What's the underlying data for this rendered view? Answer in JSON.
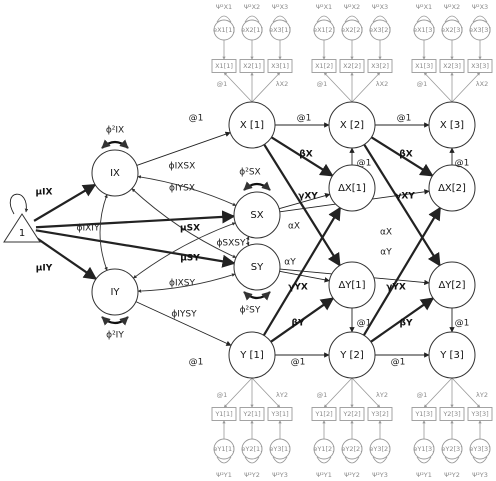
{
  "labels": {
    "triangle": "1",
    "IX": "IX",
    "IY": "IY",
    "SX": "SX",
    "SY": "SY",
    "X1": "X [1]",
    "X2": "X [2]",
    "X3": "X [3]",
    "Y1": "Y [1]",
    "Y2": "Y [2]",
    "Y3": "Y [3]",
    "dX1": "ΔX[1]",
    "dX2": "ΔX[2]",
    "dY1": "ΔY[1]",
    "dY2": "ΔY[2]"
  },
  "params": {
    "at1": "@1",
    "muIX": "μIX",
    "muIY": "μIY",
    "muSX": "μSX",
    "muSY": "μSY",
    "phiIXIY": "ϕIXIY",
    "phiIXSX": "ϕIXSX",
    "phiIYSX": "ϕIYSX",
    "phiSXSY": "ϕSXSY",
    "phiIXSY": "ϕIXSY",
    "phiIYSY": "ϕIYSY",
    "var_IX": "ϕ²IX",
    "var_IY": "ϕ²IY",
    "var_SX": "ϕ²SX",
    "var_SY": "ϕ²SY",
    "alphaX": "αX",
    "alphaY": "αY",
    "betaX": "βX",
    "betaY": "βY",
    "gammaXY": "γXY",
    "gammaYX": "γYX",
    "lambdaX": "λX2",
    "lambdaY": "λY2"
  },
  "indicators": {
    "x_boxes": [
      "X1[1]",
      "X2[1]",
      "X3[1]",
      "X1[2]",
      "X2[2]",
      "X3[2]",
      "X1[3]",
      "X2[3]",
      "X3[3]"
    ],
    "x_errors": [
      "eX1[1]",
      "eX2[1]",
      "eX3[1]",
      "eX1[2]",
      "eX2[2]",
      "eX3[2]",
      "eX1[3]",
      "eX2[3]",
      "eX3[3]"
    ],
    "x_psi": [
      "Ψ²X1",
      "Ψ²X2",
      "Ψ²X3",
      "Ψ²X1",
      "Ψ²X2",
      "Ψ²X3",
      "Ψ²X1",
      "Ψ²X2",
      "Ψ²X3"
    ],
    "y_boxes": [
      "Y1[1]",
      "Y2[1]",
      "Y3[1]",
      "Y1[2]",
      "Y2[2]",
      "Y3[2]",
      "Y1[3]",
      "Y2[3]",
      "Y3[3]"
    ],
    "y_errors": [
      "eY1[1]",
      "eY2[1]",
      "eY3[1]",
      "eY1[2]",
      "eY2[2]",
      "eY3[2]",
      "eY1[3]",
      "eY2[3]",
      "eY3[3]"
    ],
    "y_psi": [
      "Ψ²Y1",
      "Ψ²Y2",
      "Ψ²Y3",
      "Ψ²Y1",
      "Ψ²Y2",
      "Ψ²Y3",
      "Ψ²Y1",
      "Ψ²Y2",
      "Ψ²Y3"
    ]
  }
}
